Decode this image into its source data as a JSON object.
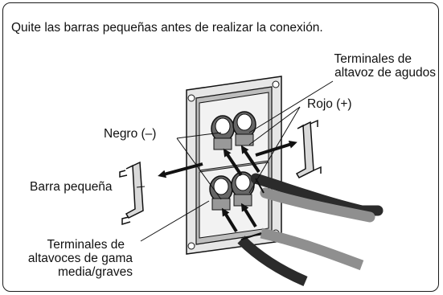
{
  "instruction": "Quite las barras pequeñas antes de realizar la conexión.",
  "labels": {
    "tweeter_line1": "Terminales de",
    "tweeter_line2": "altavoz de agudos",
    "red": "Rojo (+)",
    "black": "Negro (–)",
    "small_bar": "Barra pequeña",
    "midbass_line1": "Terminales de",
    "midbass_line2": "altavoces de gama",
    "midbass_line3": "media/graves"
  },
  "colors": {
    "outline": "#111111",
    "plate": "#d9d9d9",
    "cable_dark": "#2b2b2b",
    "cable_light": "#8f8f8f",
    "arrow": "#111111"
  }
}
